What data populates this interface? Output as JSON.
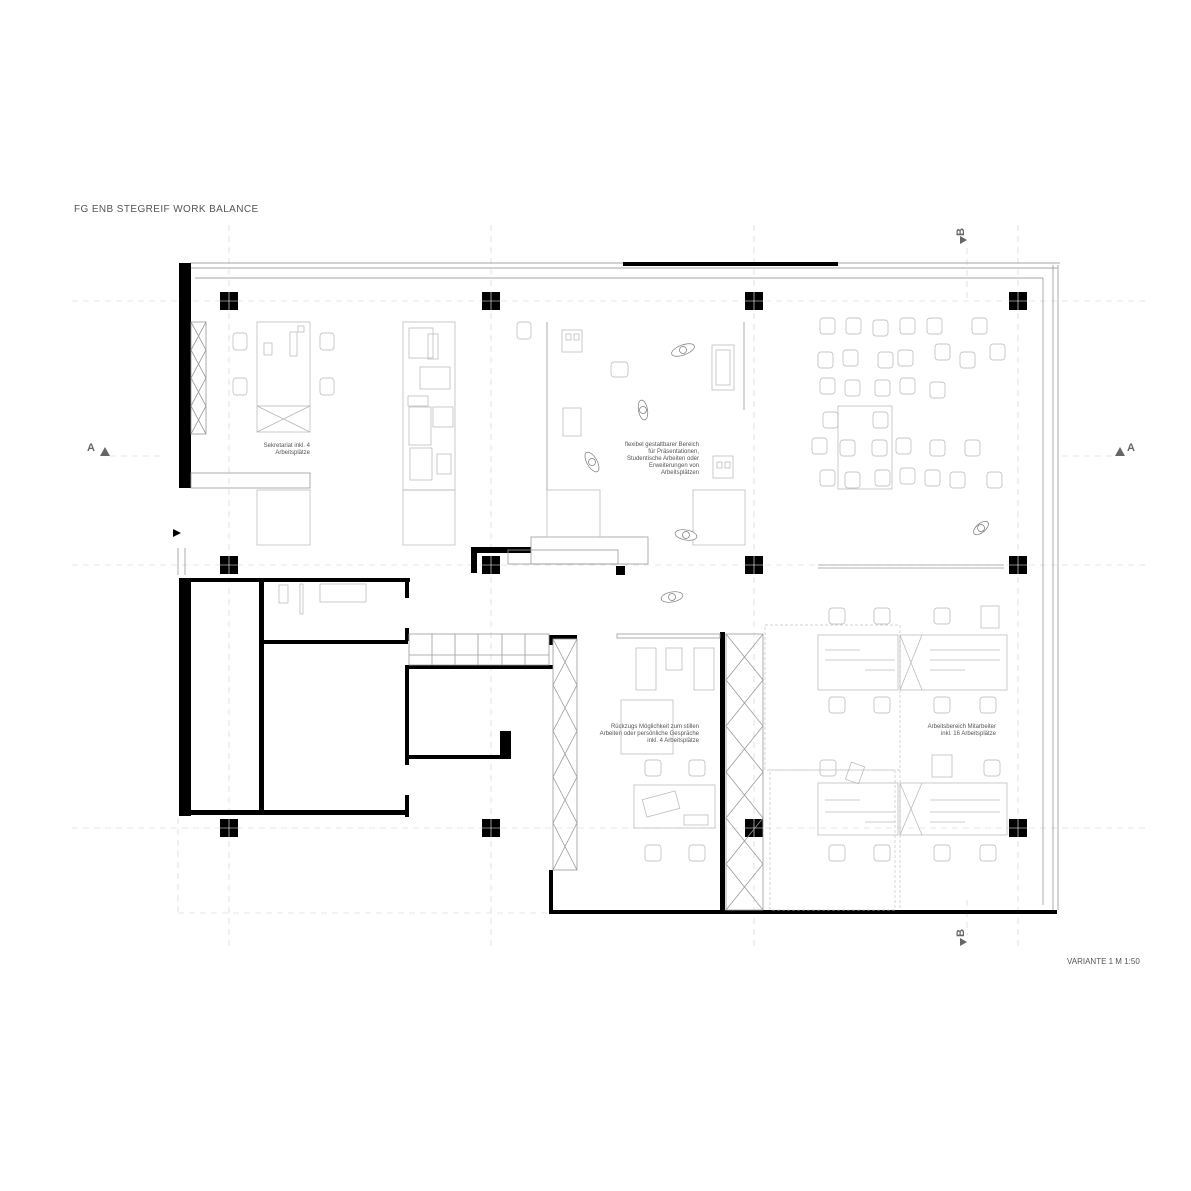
{
  "header": {
    "title": "FG ENB STEGREIF WORK BALANCE"
  },
  "footer": {
    "variant": "VARIANTE 1   M 1:50"
  },
  "section_markers": {
    "left": "A",
    "right": "A",
    "top": "B",
    "bottom": "B"
  },
  "rooms": {
    "secretariat": "Sekretariat inkl. 4\nArbeitsplätze",
    "flexible": "flexibel gestaltbarer Bereich\nfür Präsentationen,\nStudentische Arbeiten oder\nErweiterungen von\nArbeitsplätzen",
    "retreat": "Rückzugs Möglichkeit zum stillen\nArbeiten oder persönliche Gespräche\ninkl. 4 Arbeitsplätze",
    "staff": "Arbeitsbereich Mitarbeiter\ninkl. 16 Arbeitsplätze"
  },
  "colors": {
    "wall": "#000000",
    "line": "#999999",
    "furniture": "#b5b5b5"
  }
}
